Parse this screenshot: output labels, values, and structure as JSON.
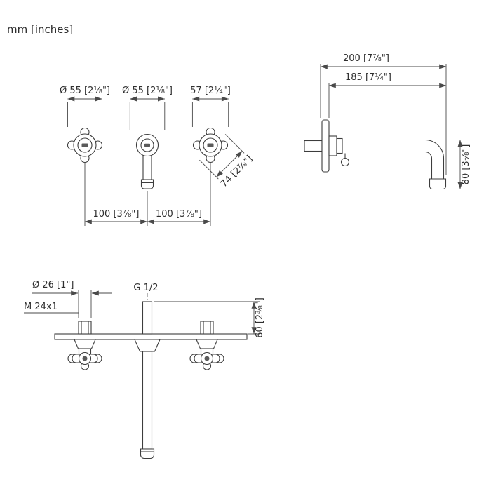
{
  "units_label": "mm [inches]",
  "front_view": {
    "dim_left_handle": "Ø 55 [2⅛\"]",
    "dim_spout": "Ø 55 [2⅛\"]",
    "dim_right_handle": "57 [2¼\"]",
    "dim_diagonal": "74 [2⅞\"]",
    "dim_pitch_left": "100 [3⅞\"]",
    "dim_pitch_right": "100 [3⅞\"]"
  },
  "side_view": {
    "dim_total": "200 [7⅞\"]",
    "dim_reach": "185 [7¼\"]",
    "dim_drop": "80 [3⅛\"]"
  },
  "plan_view": {
    "dim_hole": "Ø 26 [1\"]",
    "thread_valve": "M 24x1",
    "thread_spout": "G 1/2",
    "dim_height": "60 [2⅜\"]"
  }
}
